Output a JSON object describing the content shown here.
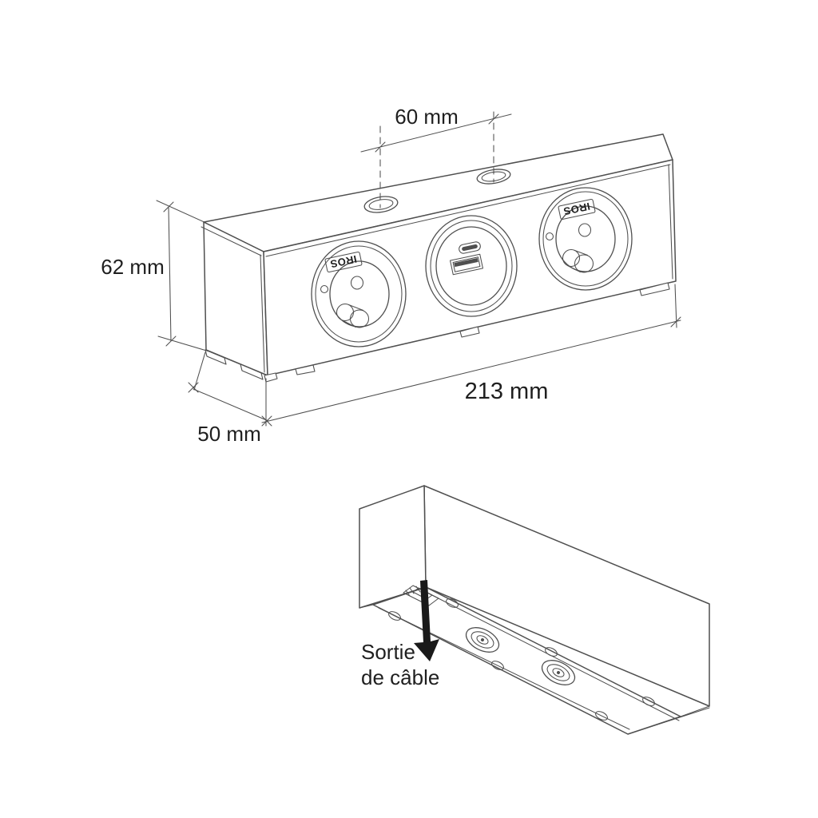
{
  "page": {
    "background": "#ffffff"
  },
  "drawing": {
    "stroke_color": "#4f4f4f",
    "text_color": "#1f1f1f",
    "arrow_color": "#1a1a1a"
  },
  "top_view": {
    "dims": {
      "hole_spacing": "60 mm",
      "height": "62 mm",
      "length": "213 mm",
      "depth": "50 mm"
    },
    "socket_brand": "IROS"
  },
  "bottom_view": {
    "cable_exit": {
      "line1": "Sortie",
      "line2": "de câble"
    }
  }
}
